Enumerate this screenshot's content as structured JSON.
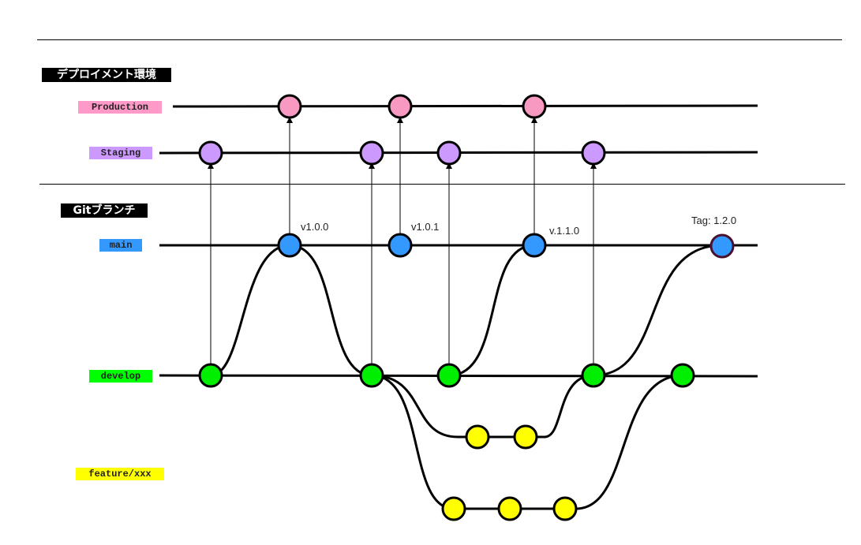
{
  "sections": {
    "deploy": "デプロイメント環境",
    "git": "Gitブランチ"
  },
  "lanes": {
    "production": {
      "label": "Production",
      "color": "#ff99c8"
    },
    "staging": {
      "label": "Staging",
      "color": "#cc99ff"
    },
    "main": {
      "label": "main",
      "color": "#3399ff"
    },
    "develop": {
      "label": "develop",
      "color": "#00ff00"
    },
    "feature": {
      "label": "feature/xxx",
      "color": "#ffff00"
    }
  },
  "tags": {
    "v100": "v1.0.0",
    "v101": "v1.0.1",
    "v110": "v.1.1.0",
    "v120": "Tag: 1.2.0"
  },
  "node_colors": {
    "production": "#f799c0",
    "staging": "#cc99ff",
    "main": "#3399ff",
    "develop": "#00ee00",
    "feature": "#ffff00"
  }
}
